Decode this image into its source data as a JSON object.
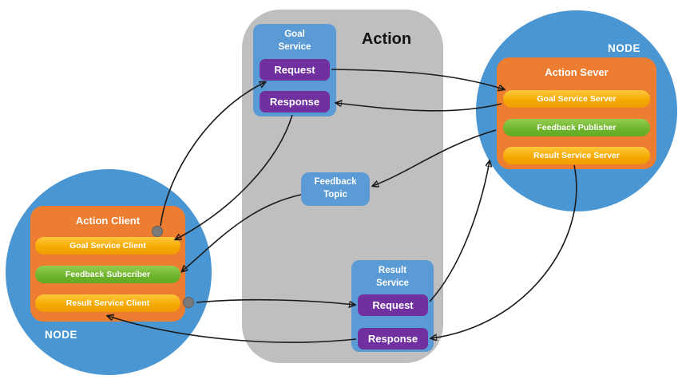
{
  "palette": {
    "node_blue": "#4A96D2",
    "service_blue": "#5B9BD5",
    "button_purple": "#7030A0",
    "container_gray": "#BFBFBF",
    "box_orange": "#ED7D31",
    "pill_orange": "#F5A800",
    "pill_green": "#6EB32B",
    "arrow_black": "#1A1A1A",
    "dot_gray": "#7A7A7A"
  },
  "action_container": {
    "title": "Action",
    "goal_service": {
      "title": "Goal\nService",
      "request_label": "Request",
      "response_label": "Response"
    },
    "feedback_topic": {
      "title": "Feedback\nTopic"
    },
    "result_service": {
      "title": "Result\nService",
      "request_label": "Request",
      "response_label": "Response"
    }
  },
  "client_node": {
    "node_label": "NODE",
    "title": "Action Client",
    "pills": [
      {
        "label": "Goal Service Client"
      },
      {
        "label": "Feedback Subscriber"
      },
      {
        "label": "Result Service Client"
      }
    ]
  },
  "server_node": {
    "node_label": "NODE",
    "title": "Action Sever",
    "pills": [
      {
        "label": "Goal Service Server"
      },
      {
        "label": "Feedback Publisher"
      },
      {
        "label": "Result Service Server"
      }
    ]
  }
}
